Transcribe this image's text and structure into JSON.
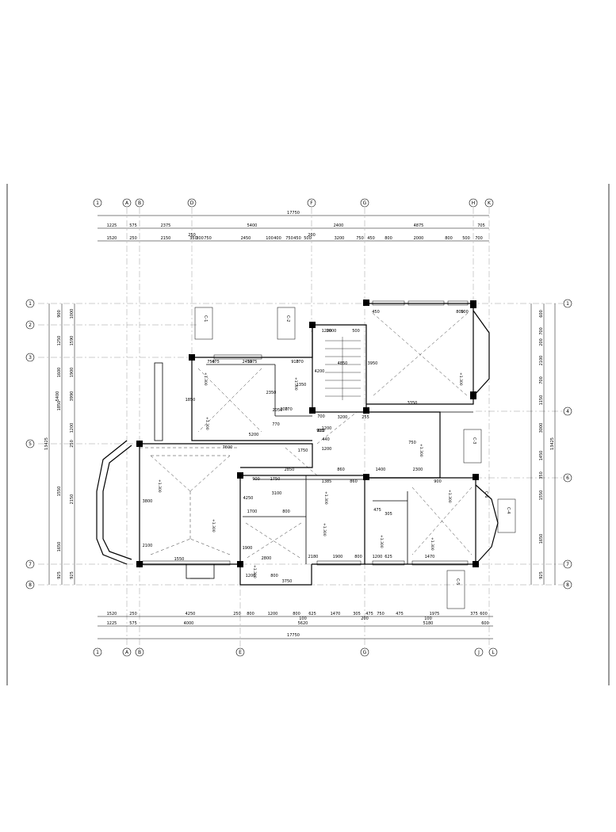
{
  "drawing": {
    "top_overall": "17750",
    "bottom_overall": "17750",
    "left_overall": "13425",
    "right_overall": "13425",
    "left_secondary": "5400",
    "top_dims_row1": [
      "1225",
      "575",
      "2375",
      "5400",
      "2400",
      "4875",
      "705"
    ],
    "top_dims_row2": [
      "1520",
      "250",
      "2150",
      "350",
      "300",
      "750",
      "2450",
      "100",
      "400",
      "750",
      "450",
      "500",
      "3200",
      "750",
      "450",
      "800",
      "2000",
      "800",
      "500",
      "700"
    ],
    "top_center_dims": [
      "250",
      "200"
    ],
    "bottom_dims_row1": [
      "1520",
      "250",
      "4250",
      "250",
      "800",
      "1200",
      "800",
      "625",
      "1470",
      "305",
      "475",
      "750",
      "475",
      "1975",
      "375",
      "600"
    ],
    "bottom_dims_row2": [
      "1225",
      "575",
      "4000",
      "5620",
      "5180",
      "600"
    ],
    "bottom_center_dims": [
      "100",
      "200",
      "100"
    ],
    "left_dims_a": [
      "900",
      "1250",
      "1600",
      "1850",
      "1550",
      "1650",
      "925"
    ],
    "left_dims_b": [
      "1000",
      "1590",
      "1900",
      "3990",
      "1200",
      "250",
      "2150",
      "925"
    ],
    "right_dims": [
      "600",
      "700",
      "200",
      "2100",
      "700",
      "1150",
      "3000",
      "1450",
      "350",
      "1550",
      "1650",
      "925"
    ],
    "axis_labels_top": [
      "1",
      "A",
      "B",
      "D",
      "F",
      "G",
      "H",
      "K"
    ],
    "axis_labels_bottom": [
      "1",
      "A",
      "B",
      "E",
      "G",
      "J",
      "L"
    ],
    "axis_labels_left": [
      "1",
      "2",
      "3",
      "5",
      "7",
      "8"
    ],
    "axis_labels_right": [
      "1",
      "4",
      "6",
      "7",
      "8"
    ],
    "room_dims": [
      "750",
      "2450",
      "910",
      "200",
      "1200",
      "500",
      "450",
      "800",
      "500",
      "4850",
      "3950",
      "1350",
      "4200",
      "2350",
      "1850",
      "2050",
      "700",
      "3200",
      "3350",
      "1200",
      "770",
      "913",
      "255",
      "5200",
      "7600",
      "880",
      "440",
      "1750",
      "1200",
      "860",
      "2300",
      "1750",
      "2850",
      "900",
      "1385",
      "860",
      "1400",
      "900",
      "3800",
      "2100",
      "1550",
      "4250",
      "1700",
      "800",
      "1900",
      "2800",
      "3100",
      "3750",
      "1200",
      "800",
      "2180",
      "1900",
      "800",
      "1200",
      "625",
      "1470",
      "305",
      "475",
      "750",
      "475",
      "1975",
      "770",
      "770",
      "2000"
    ],
    "elev_marks": [
      "+1.300",
      "+1.300",
      "+1.300",
      "+1.300",
      "+1.300",
      "+1.300",
      "+1.300",
      "+1.300",
      "+1.300",
      "+1.300",
      "+1.300",
      "+1.300",
      "+1.300"
    ],
    "note_boxes": [
      "C-1",
      "C-2",
      "C-3",
      "C-4",
      "C-5",
      "C-6"
    ]
  }
}
